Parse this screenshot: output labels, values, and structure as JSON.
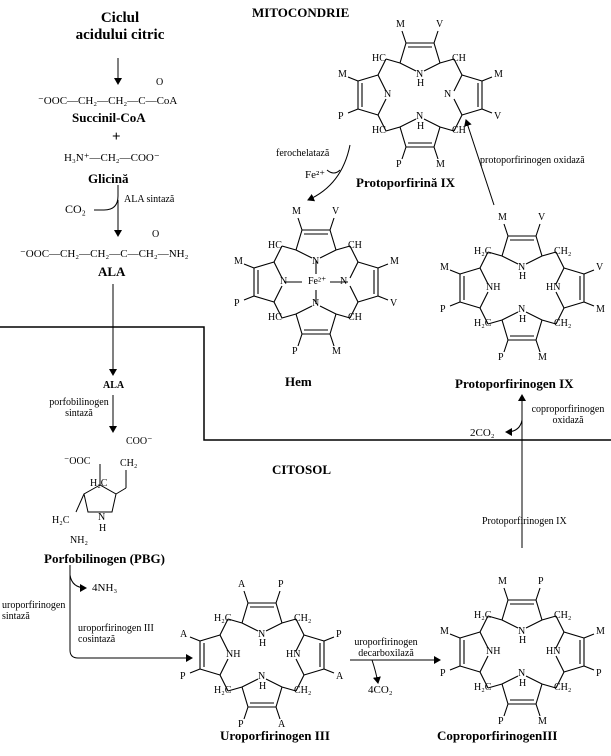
{
  "regions": {
    "mito": "MITOCONDRIE",
    "cyto": "CITOSOL"
  },
  "compounds": {
    "citric_cycle": [
      "Ciclul",
      "acidului citric"
    ],
    "succinyl_formula": "⁻OOC—CH₂—CH₂—C—CoA",
    "succinyl_o": "O",
    "succinyl": "Succinil-CoA",
    "plus": "+",
    "glycine_formula": "H₃N⁺—CH₂—COO⁻",
    "glycine": "Glicină",
    "co2": "CO₂",
    "ala_formula": "⁻OOC—CH₂—CH₂—C—CH₂—NH₂",
    "ala_o": "O",
    "ala": "ALA",
    "ala_small": "ALA",
    "pbg": "Porfobilinogen (PBG)",
    "uro3": "Uroporfirinogen III",
    "copro3": "CoproporfirinogenIII",
    "proto_ogen": "Protoporfirinogen IX",
    "proto9": "Protoporfirină IX",
    "hem": "Hem",
    "nh3": "4NH₃",
    "co2_4": "4CO₂",
    "co2_2": "2CO₂",
    "fe": "Fe²⁺"
  },
  "enzymes": {
    "ala_synthase": "ALA sintază",
    "pbg_synthase": [
      "porfobilinogen",
      "sintază"
    ],
    "uro_synthase": [
      "uroporfirinogen",
      "sintază"
    ],
    "uro_cosynthase": [
      "uroporfirinogen III",
      "cosintază"
    ],
    "uro_decarbox": [
      "uroporfirinogen",
      "decarboxilază"
    ],
    "copro_oxidase": [
      "coproporfirinogen",
      "oxidază"
    ],
    "proto_transport": "Protoporfirinogen IX",
    "proto_oxidase": "protoporfirinogen oxidază",
    "ferrochelatase": "ferochelatază"
  },
  "pbg_groups": {
    "coo1": "⁻OOC",
    "coo2": "COO⁻",
    "ch2a": "CH₂",
    "ch2b": "CH₂",
    "h2c1": "H₂C",
    "h2c2": "H₂C",
    "nh2": "NH₂",
    "nh": "N",
    "h": "H"
  },
  "macrocycles": {
    "proto9": {
      "tl": "M",
      "tr": "V",
      "rt": "M",
      "rb": "V",
      "br": "M",
      "bl": "P",
      "lb": "P",
      "lt": "M",
      "mt": "HC",
      "mr": "CH",
      "mb": "HC",
      "ml": "CH",
      "n1": "N",
      "n1h": "H",
      "n2": "N",
      "n3": "N",
      "n3h": "H",
      "n4": "N"
    },
    "hem": {
      "tl": "M",
      "tr": "V",
      "rt": "M",
      "rb": "V",
      "br": "M",
      "bl": "P",
      "lb": "P",
      "lt": "M",
      "mt": "HC",
      "mr": "CH",
      "mb": "HC",
      "ml": "CH",
      "n1": "N",
      "n2": "N",
      "n3": "N",
      "n4": "N",
      "fe": "Fe²⁺"
    },
    "protogen": {
      "tl": "M",
      "tr": "V",
      "rt": "V",
      "rb": "M",
      "br": "M",
      "bl": "P",
      "lb": "P",
      "lt": "M",
      "mt": "H₂C",
      "mr": "CH₂",
      "mb": "H₂C",
      "ml": "CH₂",
      "n1": "N",
      "n1h": "H",
      "n2": "NH",
      "n3": "N",
      "n3h": "H",
      "n4": "HN"
    },
    "uro": {
      "tl": "A",
      "tr": "P",
      "rt": "P",
      "rb": "A",
      "br": "A",
      "bl": "P",
      "lb": "P",
      "lt": "A",
      "mt": "H₂C",
      "mr": "CH₂",
      "mb": "H₂C",
      "ml": "CH₂",
      "n1": "N",
      "n1h": "H",
      "n2": "NH",
      "n3": "N",
      "n3h": "H",
      "n4": "HN"
    },
    "copro": {
      "tl": "M",
      "tr": "P",
      "rt": "M",
      "rb": "P",
      "br": "M",
      "bl": "P",
      "lb": "P",
      "lt": "M",
      "mt": "H₂C",
      "mr": "CH₂",
      "mb": "H₂C",
      "ml": "CH₂",
      "n1": "N",
      "n1h": "H",
      "n2": "NH",
      "n3": "N",
      "n3h": "H",
      "n4": "HN"
    }
  }
}
